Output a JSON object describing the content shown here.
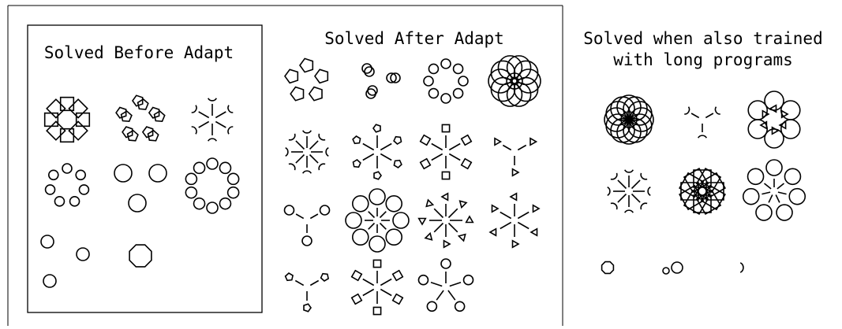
{
  "panels": {
    "before": {
      "title": "Solved Before Adapt"
    },
    "after": {
      "title": "Solved After Adapt"
    },
    "long": {
      "title_line1": "Solved when also trained",
      "title_line2": "with long programs"
    }
  },
  "figures": {
    "before": [
      {
        "kind": "ring_stack",
        "shape": "square",
        "count": 8
      },
      {
        "kind": "cluster_ring",
        "shape": "pentagon",
        "count": 5
      },
      {
        "kind": "radial",
        "shape": "arc",
        "count": 6
      },
      {
        "kind": "ring",
        "shape": "circle",
        "count": 7
      },
      {
        "kind": "triangle_set",
        "shape": "circle",
        "count": 3
      },
      {
        "kind": "ring",
        "shape": "circle",
        "count": 10
      },
      {
        "kind": "scatter",
        "shape": "circle",
        "count": 3
      },
      {
        "kind": "single",
        "shape": "octagon",
        "count": 1
      }
    ],
    "after": [
      {
        "kind": "ring_stack",
        "shape": "pentagon",
        "count": 5
      },
      {
        "kind": "pairs",
        "shape": "circle",
        "count": 3
      },
      {
        "kind": "ring",
        "shape": "circle",
        "count": 8
      },
      {
        "kind": "rosette",
        "shape": "circle",
        "count": 10
      },
      {
        "kind": "radial",
        "shape": "arc",
        "count": 8
      },
      {
        "kind": "radial",
        "shape": "pentagon",
        "count": 6
      },
      {
        "kind": "radial",
        "shape": "square",
        "count": 6
      },
      {
        "kind": "radial",
        "shape": "triangle",
        "count": 3
      },
      {
        "kind": "radial",
        "shape": "circle",
        "count": 3
      },
      {
        "kind": "radial",
        "shape": "circle",
        "count": 8
      },
      {
        "kind": "radial",
        "shape": "triangle",
        "count": 8
      },
      {
        "kind": "radial",
        "shape": "triangle",
        "count": 6
      },
      {
        "kind": "radial",
        "shape": "pentagon",
        "count": 3
      },
      {
        "kind": "radial",
        "shape": "square",
        "count": 6
      },
      {
        "kind": "radial",
        "shape": "circle",
        "count": 5
      }
    ],
    "long": [
      {
        "kind": "rosette",
        "shape": "circle",
        "count": 12
      },
      {
        "kind": "radial",
        "shape": "arc",
        "count": 3
      },
      {
        "kind": "ring_tri",
        "shape": "circle",
        "count": 6
      },
      {
        "kind": "radial",
        "shape": "arc",
        "count": 8
      },
      {
        "kind": "rosette",
        "shape": "square",
        "count": 12
      },
      {
        "kind": "radial",
        "shape": "circle",
        "count": 7
      },
      {
        "kind": "single",
        "shape": "octagon",
        "count": 1
      },
      {
        "kind": "pair",
        "shape": "circle",
        "count": 2
      },
      {
        "kind": "single",
        "shape": "arc",
        "count": 1
      }
    ]
  }
}
